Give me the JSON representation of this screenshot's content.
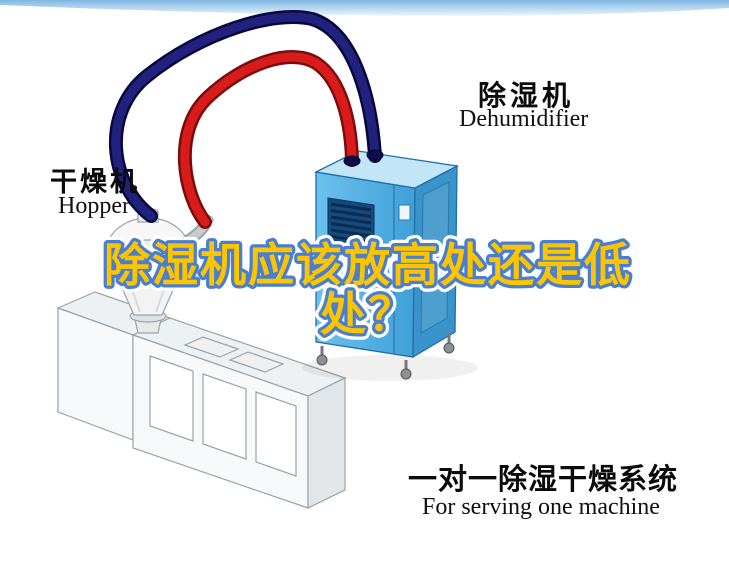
{
  "illustration": {
    "labels": {
      "dryer_cn": "干燥机",
      "dryer_en": "Hopper",
      "dehumidifier_cn": "除湿机",
      "dehumidifier_en": "Dehumidifier"
    },
    "title": {
      "line1": "除湿机应该放高处还是低",
      "line2": "处？"
    },
    "caption": {
      "cn": "一对一除湿干燥系统",
      "en": "For serving one machine"
    },
    "colors": {
      "title_fill": "#fdc500",
      "title_outline": "#4a7ed0",
      "title_halo": "#ffffff",
      "pipe_red": "#d81c1c",
      "pipe_red_edge": "#7c0c0c",
      "pipe_navy": "#22227e",
      "pipe_navy_edge": "#08083e",
      "cabinet_front": "#57b6e9",
      "cabinet_side": "#3a93c9",
      "cabinet_top": "#c2e6f8",
      "top_band": "#8fc3e8"
    }
  }
}
